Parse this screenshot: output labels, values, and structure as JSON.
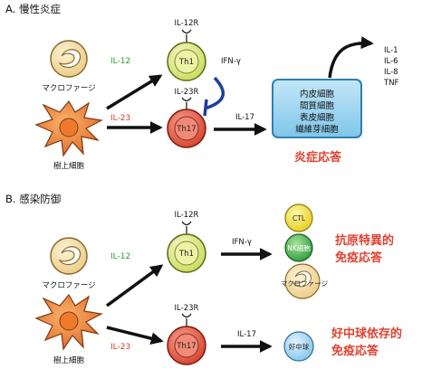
{
  "section_a": {
    "title": "A. 慢性炎症",
    "macrophage_label": "マクロファージ",
    "dendritic_label": "樹上細胞",
    "il12": "IL-12",
    "il23": "IL-23",
    "il12r": "IL-12R",
    "il23r": "IL-23R",
    "th1": "Th1",
    "th17": "Th17",
    "ifn": "IFN-γ",
    "il17": "IL-17",
    "tissue_cells": [
      "内皮細胞",
      "間質細胞",
      "表皮細胞",
      "繊維芽細胞"
    ],
    "cytokines_out": [
      "IL-1",
      "IL-6",
      "IL-8",
      "TNF"
    ],
    "outcome": "炎症応答"
  },
  "section_b": {
    "title": "B. 感染防御",
    "macrophage_label": "マクロファージ",
    "dendritic_label": "樹上細胞",
    "il12": "IL-12",
    "il23": "IL-23",
    "il12r": "IL-12R",
    "il23r": "IL-23R",
    "th1": "Th1",
    "th17": "Th17",
    "ifn": "IFN-γ",
    "il17": "IL-17",
    "ctl": "CTL",
    "nk": "NK細胞",
    "macrophage_small": "マクロファージ",
    "neutrophil": "好中球",
    "antigen_response_line1": "抗原特異的",
    "antigen_response_line2": "免疫応答",
    "neutrophil_response_line1": "好中球依存的",
    "neutrophil_response_line2": "免疫応答"
  },
  "colors": {
    "th1_fill": "#dde88a",
    "th17_fill": "#e85a45",
    "macrophage_fill": "#f5deaa",
    "dendritic_fill": "#ef7a36",
    "box_fill": "#8fd0ee",
    "box_border": "#2f7fb0",
    "inhibit": "#1e3f9c",
    "accent_red": "#e2402f",
    "accent_green": "#2e9b2e"
  }
}
